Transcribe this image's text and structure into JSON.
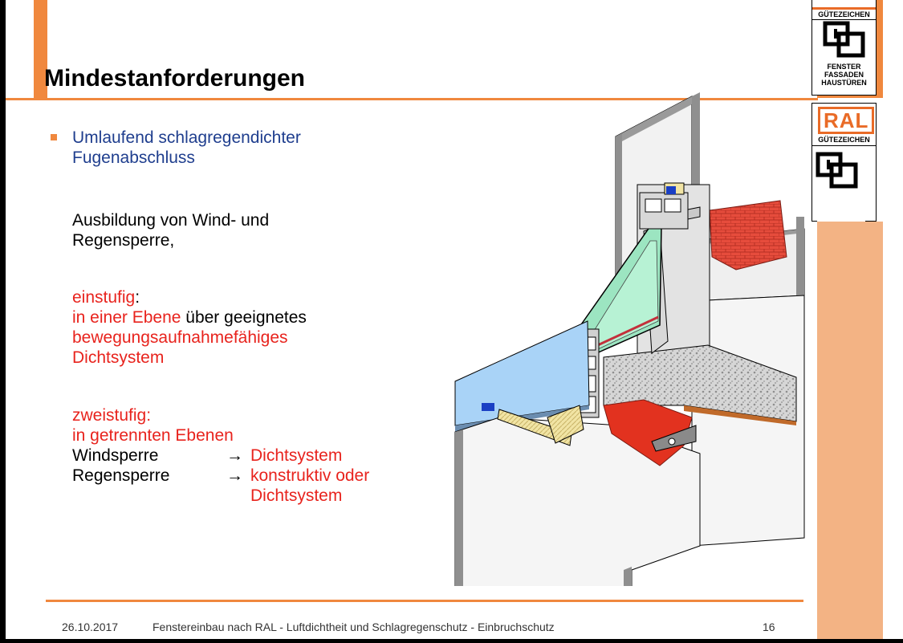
{
  "slide": {
    "title": "Mindestanforderungen",
    "bullet": [
      "Umlaufend schlagregendichter",
      "Fugenabschluss"
    ],
    "para1": [
      "Ausbildung von Wind- und",
      "Regensperre,"
    ],
    "single_stage": {
      "label": "einstufig",
      "colon": ":",
      "line1_red": "in einer Ebene",
      "line1_rest": " über geeignetes",
      "line2": "bewegungsaufnahmefähiges",
      "line3": "Dichtsystem"
    },
    "two_stage": {
      "label": "zweistufig:",
      "line1": "in getrennten Ebenen",
      "wind_label": "Windsperre",
      "wind_arrow": "→",
      "wind_value": "Dichtsystem",
      "rain_label": "Regensperre",
      "rain_arrow": "→",
      "rain_value1": "konstruktiv oder",
      "rain_value2": "Dichtsystem"
    },
    "logo": {
      "top_label": "GÜTEZEICHEN",
      "text1": "FENSTER",
      "text2": "FASSADEN",
      "text3": "HAUSTÜREN",
      "ral": "RAL",
      "second_label": "GÜTEZEICHEN"
    },
    "footer": {
      "date": "26.10.2017",
      "text": "Fenstereinbau nach RAL - Luftdichtheit und Schlagregenschutz - Einbruchschutz",
      "page": "16"
    },
    "colors": {
      "accent_orange": "#f0883e",
      "accent_light": "#f3b384",
      "text_blue": "#1f3e8e",
      "text_red": "#e8231d"
    }
  }
}
